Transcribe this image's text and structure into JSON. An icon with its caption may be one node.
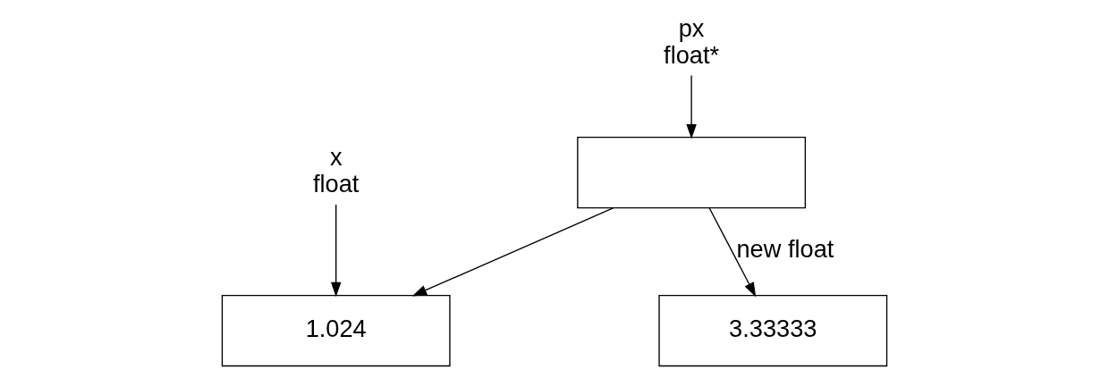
{
  "diagram": {
    "nodes": [
      {
        "text": [
          "px",
          "float*"
        ]
      },
      {
        "text": [],
        "shape": "box"
      },
      {
        "text": [
          "x",
          "float"
        ]
      },
      {
        "text": [
          "1.024"
        ]
      },
      {
        "text": [
          "3.33333"
        ]
      }
    ],
    "edges": [
      {
        "from": 0,
        "to": 1,
        "arrow": "to"
      },
      {
        "from": 2,
        "to": 3,
        "arrow": "to"
      },
      {
        "from": 1,
        "to": 3,
        "arrow": "to"
      },
      {
        "from": 1,
        "to": 4,
        "arrow": "to",
        "label": "new float"
      }
    ]
  }
}
